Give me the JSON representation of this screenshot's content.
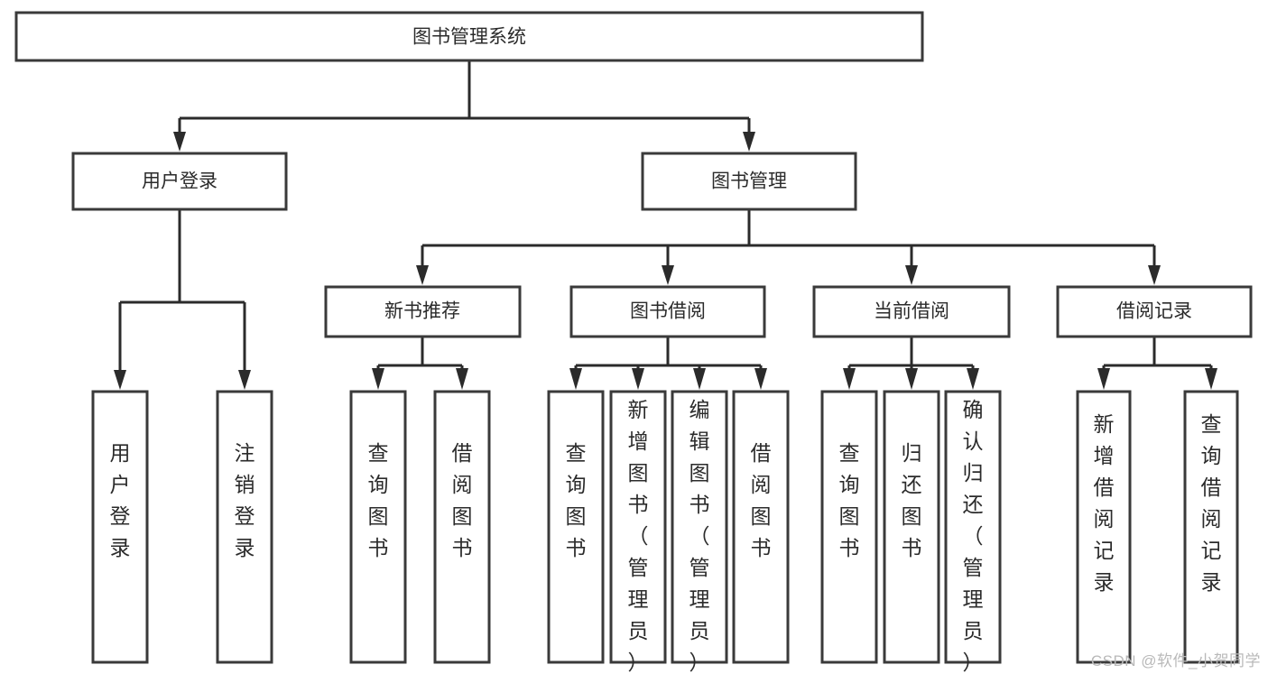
{
  "diagram": {
    "title": "图书管理系统",
    "type": "hierarchy-tree",
    "root": {
      "id": "root",
      "label": "图书管理系统"
    },
    "level1": [
      {
        "id": "user-login",
        "label": "用户登录"
      },
      {
        "id": "book-management",
        "label": "图书管理"
      }
    ],
    "level2": [
      {
        "id": "new-book-recommend",
        "label": "新书推荐",
        "parent": "book-management"
      },
      {
        "id": "book-borrow",
        "label": "图书借阅",
        "parent": "book-management"
      },
      {
        "id": "current-borrow",
        "label": "当前借阅",
        "parent": "book-management"
      },
      {
        "id": "borrow-record",
        "label": "借阅记录",
        "parent": "book-management"
      }
    ],
    "leaves": {
      "user-login": [
        {
          "id": "leaf-user-login",
          "label": "用户登录"
        },
        {
          "id": "leaf-user-logout",
          "label": "注销登录"
        }
      ],
      "new-book-recommend": [
        {
          "id": "leaf-query-book-1",
          "label": "查询图书"
        },
        {
          "id": "leaf-borrow-book-1",
          "label": "借阅图书"
        }
      ],
      "book-borrow": [
        {
          "id": "leaf-query-book-2",
          "label": "查询图书"
        },
        {
          "id": "leaf-add-book",
          "label": "新增图书（管理员）"
        },
        {
          "id": "leaf-edit-book",
          "label": "编辑图书（管理员）"
        },
        {
          "id": "leaf-borrow-book-2",
          "label": "借阅图书"
        }
      ],
      "current-borrow": [
        {
          "id": "leaf-query-book-3",
          "label": "查询图书"
        },
        {
          "id": "leaf-return-book",
          "label": "归还图书"
        },
        {
          "id": "leaf-confirm-return",
          "label": "确认归还（管理员）"
        }
      ],
      "borrow-record": [
        {
          "id": "leaf-add-record",
          "label": "新增借阅记录"
        },
        {
          "id": "leaf-query-record",
          "label": "查询借阅记录"
        }
      ]
    },
    "colors": {
      "box_stroke": "#3a3a3a",
      "box_fill": "#ffffff",
      "connector": "#2b2b2b",
      "text": "#2b2b2b",
      "background": "#ffffff",
      "watermark": "#b9b9b9"
    }
  },
  "watermark": {
    "text": "CSDN @软件_小贺同学"
  }
}
